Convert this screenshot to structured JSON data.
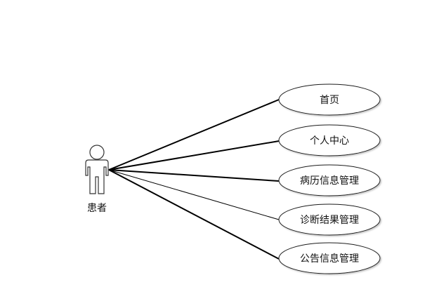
{
  "diagram": {
    "type": "use-case",
    "actor": {
      "label": "患者"
    },
    "use_cases": [
      {
        "label": "首页"
      },
      {
        "label": "个人中心"
      },
      {
        "label": "病历信息管理"
      },
      {
        "label": "诊断结果管理"
      },
      {
        "label": "公告信息管理"
      }
    ]
  }
}
